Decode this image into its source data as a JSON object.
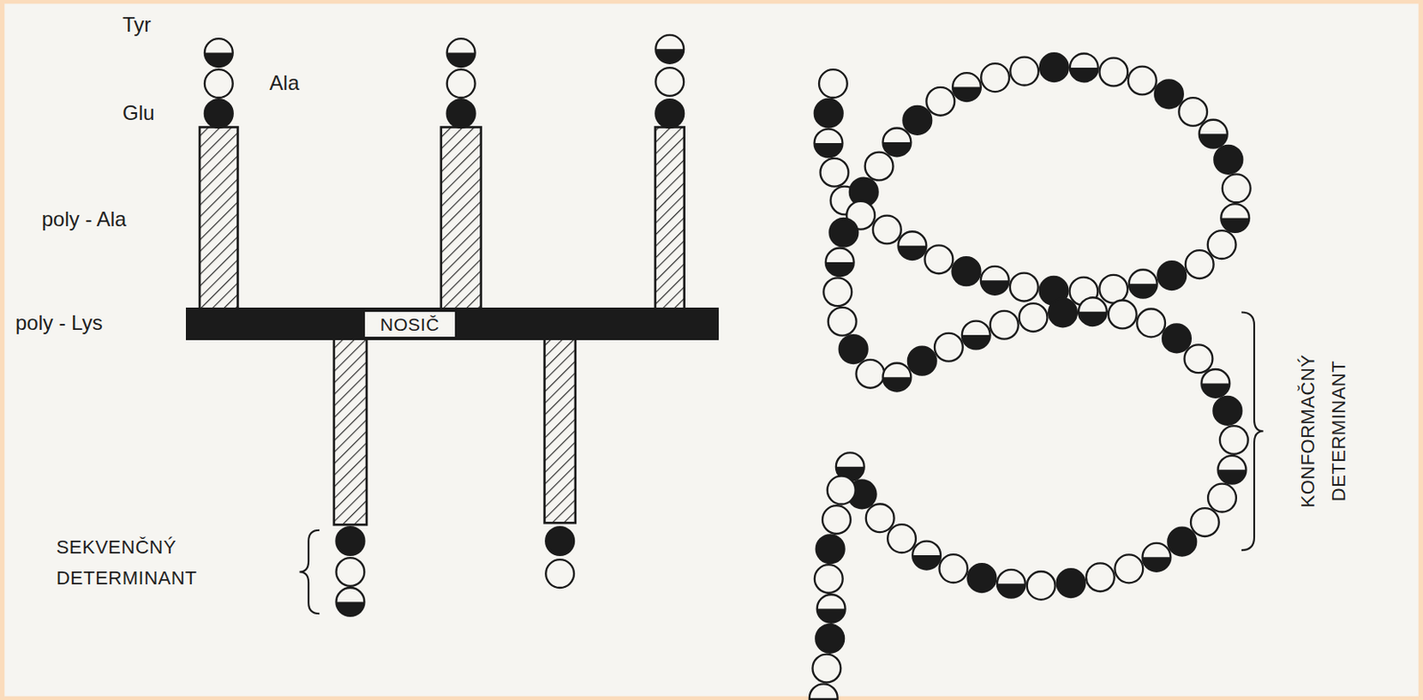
{
  "diagram": {
    "nodes": [
      {
        "text": [
          "NOSIČ"
        ]
      }
    ],
    "labels": [
      "Tyr",
      "Ala",
      "Glu",
      "poly - Ala",
      "poly - Lys",
      "SEKVENČNÝ DETERMINANT",
      "KONFORMAČNÝ DETERMINANT"
    ]
  }
}
